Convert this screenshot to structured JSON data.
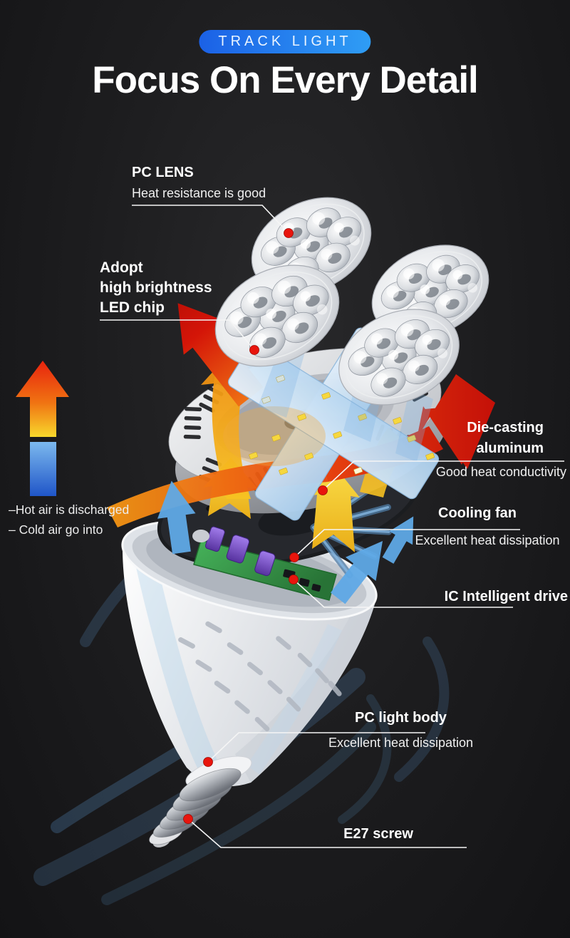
{
  "header": {
    "badge": "TRACK LIGHT",
    "title": "Focus On Every Detail"
  },
  "callouts": {
    "pc_lens": {
      "title": "PC LENS",
      "subtitle": "Heat resistance is good"
    },
    "led_chip": {
      "title": "Adopt\nhigh brightness\nLED chip"
    },
    "die_casting": {
      "title": "Die-casting\naluminum",
      "subtitle": "Good heat conductivity"
    },
    "cooling_fan": {
      "title": "Cooling fan",
      "subtitle": "Excellent heat dissipation"
    },
    "ic_drive": {
      "title": "IC Intelligent drive"
    },
    "pc_body": {
      "title": "PC light body",
      "subtitle": "Excellent heat dissipation"
    },
    "e27_screw": {
      "title": "E27 screw"
    }
  },
  "airflow_legend": {
    "hot": "–Hot air is discharged",
    "cold": "– Cold air go into"
  },
  "colors": {
    "badge_blue_start": "#1b61e6",
    "badge_blue_end": "#2f9df5",
    "hot_red": "#d41508",
    "hot_orange": "#f59a14",
    "hot_yellow": "#f8d82c",
    "cold_blue": "#5fa9e6",
    "callout_dot": "#e8150d",
    "background": "#1d1d1f"
  }
}
